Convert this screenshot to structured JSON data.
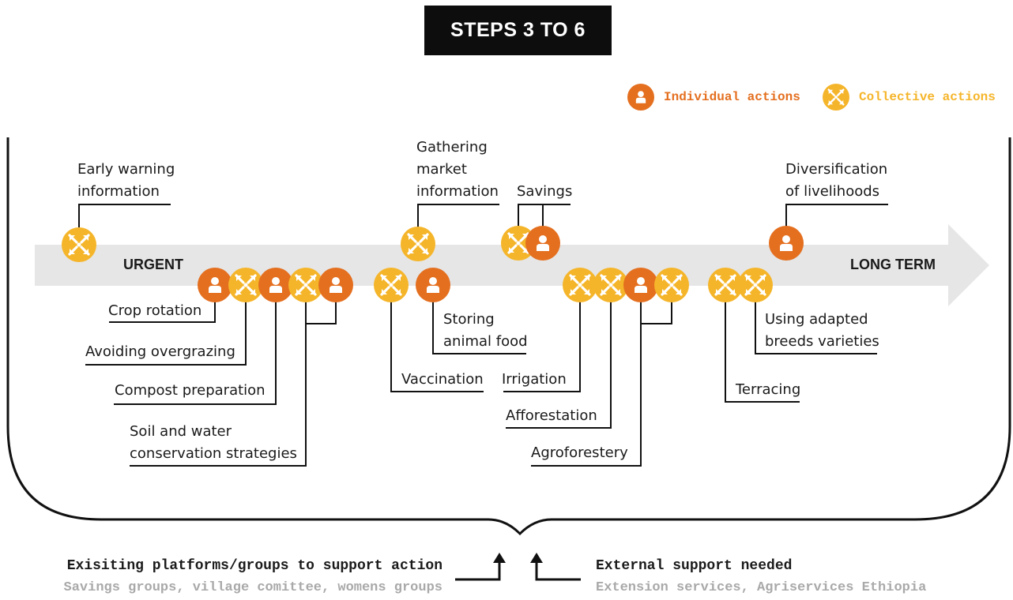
{
  "title": "STEPS 3 TO 6",
  "legend": {
    "individual": {
      "label": "Individual actions",
      "color": "#e46f1f",
      "icon": "person-icon"
    },
    "collective": {
      "label": "Collective actions",
      "color": "#f5b52a",
      "icon": "collective-arrows-icon"
    }
  },
  "timeline": {
    "start_label": "URGENT",
    "end_label": "LONG TERM"
  },
  "actions": {
    "early_warning": "Early warning\ninformation",
    "gathering_market": "Gathering\nmarket\ninformation",
    "savings": "Savings",
    "diversification": "Diversification\nof livelihoods",
    "crop_rotation": "Crop rotation",
    "avoiding_overgrazing": "Avoiding overgrazing",
    "compost": "Compost preparation",
    "soil_water": "Soil and water\nconservation strategies",
    "vaccination": "Vaccination",
    "storing_food": "Storing\nanimal food",
    "irrigation": "Irrigation",
    "afforestation": "Afforestation",
    "agroforestery": "Agroforestery",
    "terracing": "Terracing",
    "adapted_breeds": "Using adapted\nbreeds varieties"
  },
  "bottom": {
    "left_title": "Exisiting platforms/groups to support action",
    "left_sub": "Savings groups, village comittee, womens groups",
    "right_title": "External support needed",
    "right_sub": "Extension services, Agriservices Ethiopia"
  },
  "colors": {
    "individual": "#e46f1f",
    "collective": "#f5b52a",
    "arrow": "#e6e6e6",
    "line": "#111111"
  }
}
